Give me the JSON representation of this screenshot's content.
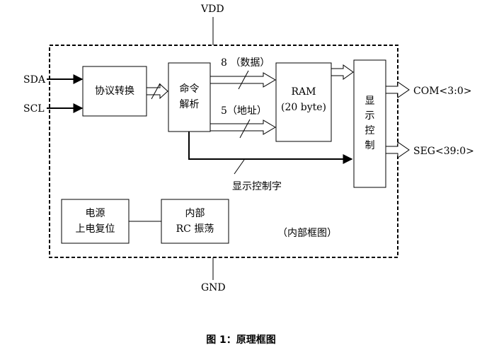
{
  "power": {
    "top": "VDD",
    "bottom": "GND"
  },
  "inputs": {
    "sda": "SDA",
    "scl": "SCL"
  },
  "outputs": {
    "com": "COM<3:0>",
    "seg": "SEG<39:0>"
  },
  "blocks": {
    "protocol": "协议转换",
    "cmd_line1": "命令",
    "cmd_line2": "解析",
    "ram_line1": "RAM",
    "ram_line2": "(20 byte)",
    "display_ctrl": [
      "显",
      "示",
      "控",
      "制"
    ],
    "reset_line1": "电源",
    "reset_line2": "上电复位",
    "osc_line1": "内部",
    "osc_line2": "RC 振荡"
  },
  "buses": {
    "data": "8 （数据）",
    "address": "5（地址）",
    "control_word": "显示控制字"
  },
  "internal_label": "（内部框图）",
  "caption": "图 1：原理框图"
}
